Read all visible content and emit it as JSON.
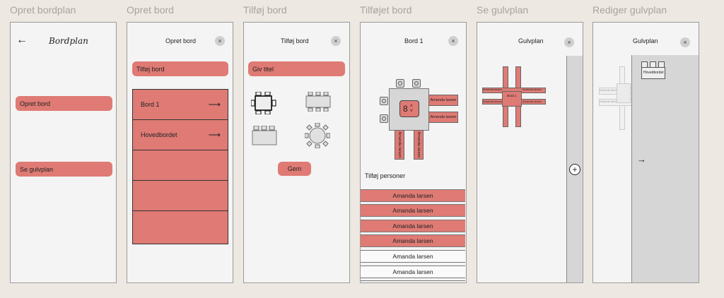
{
  "frames": [
    {
      "title": "Opret bordplan",
      "logo": "Bordplan",
      "buttons": [
        "Opret bord",
        "Se gulvplan"
      ]
    },
    {
      "title": "Opret bord",
      "header": "Opret bord",
      "add_button": "Tilføj bord",
      "tables": [
        "Bord 1",
        "Hovedbordet",
        "",
        "",
        ""
      ]
    },
    {
      "title": "Tilføj bord",
      "header": "Tilføj bord",
      "title_input": "Giv titel",
      "save_button": "Gem"
    },
    {
      "title": "Tilføjet bord",
      "header": "Bord 1",
      "seat_count": "8",
      "seat_name": "Amanda larsen",
      "add_people_label": "Tilføj personer",
      "people": [
        "Amanda larsen",
        "Amanda larsen",
        "Amanda larsen",
        "Amanda larsen",
        "Amanda larsen",
        "Amanda larsen"
      ]
    },
    {
      "title": "Se gulvplan",
      "header": "Gulvplan",
      "table_label": "Bord 1",
      "seat_name": "Amanda larsen"
    },
    {
      "title": "Rediger gulvplan",
      "header": "Gulvplan",
      "table_label": "Hovedbordet",
      "seat_name": "Amanda larsen"
    }
  ],
  "icons": {
    "back": "←",
    "close": "×",
    "arrow": "⟶",
    "plus": "+",
    "right_arrow": "→"
  },
  "colors": {
    "accent": "#df7a74",
    "background": "#ede8e1",
    "frame": "#f4f4f4"
  }
}
